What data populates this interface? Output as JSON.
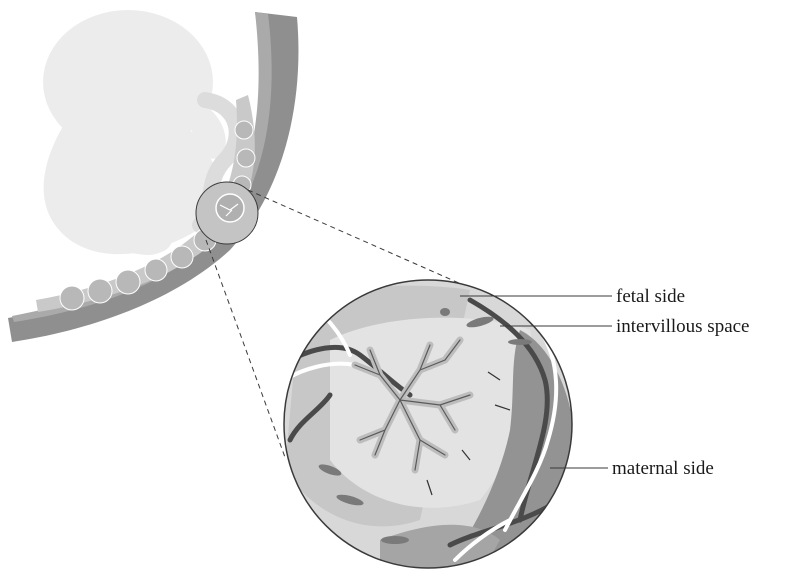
{
  "labels": {
    "fetal_side": "fetal side",
    "intervillous_space": "intervillous space",
    "maternal_side": "maternal side"
  },
  "colors": {
    "uterine_wall": "#8f8f8f",
    "wall_inner": "#a9a9a9",
    "placenta": "#c9c9c9",
    "fetus": "#ececec",
    "magnified_bg": "#d8d8d8",
    "maternal_tissue": "#939393",
    "vessel_dark": "#4a4a4a",
    "vessel_white": "#ffffff",
    "outline": "#3a3a3a"
  }
}
